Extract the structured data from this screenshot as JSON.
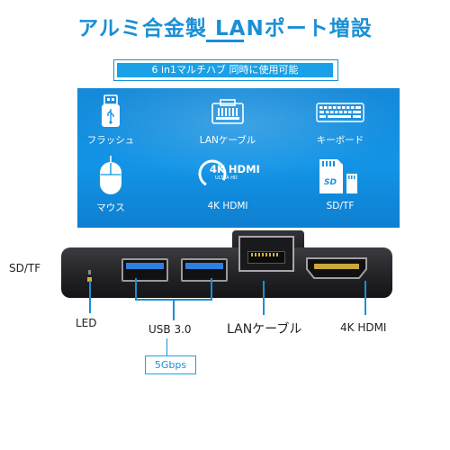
{
  "title": "アルミ合金製 LANポート増設",
  "subtitle": "6 in1マルチハブ 同時に使用可能",
  "features": [
    {
      "label": "フラッシュ",
      "icon": "usb-flash-drive-icon"
    },
    {
      "label": "LANケーブル",
      "icon": "ethernet-port-icon"
    },
    {
      "label": "キーボード",
      "icon": "keyboard-icon"
    },
    {
      "label": "マウス",
      "icon": "mouse-icon"
    },
    {
      "label": "4K HDMI",
      "icon": "4k-hdmi-icon"
    },
    {
      "label": "SD/TF",
      "icon": "sd-card-icon"
    }
  ],
  "hdmi_badge": {
    "main": "4K HDMI",
    "small": "ULTRA HD"
  },
  "sd_badge": "SD",
  "ports": {
    "sd_tf": "SD/TF",
    "led": "LED",
    "usb": "USB 3.0",
    "usb_speed": "5Gbps",
    "lan": "LANケーブル",
    "hdmi": "4K HDMI"
  },
  "colors": {
    "accent": "#1a8fd6",
    "panel": "#1294e6",
    "hub": "#232327",
    "usb_port": "#2f7fe0"
  }
}
